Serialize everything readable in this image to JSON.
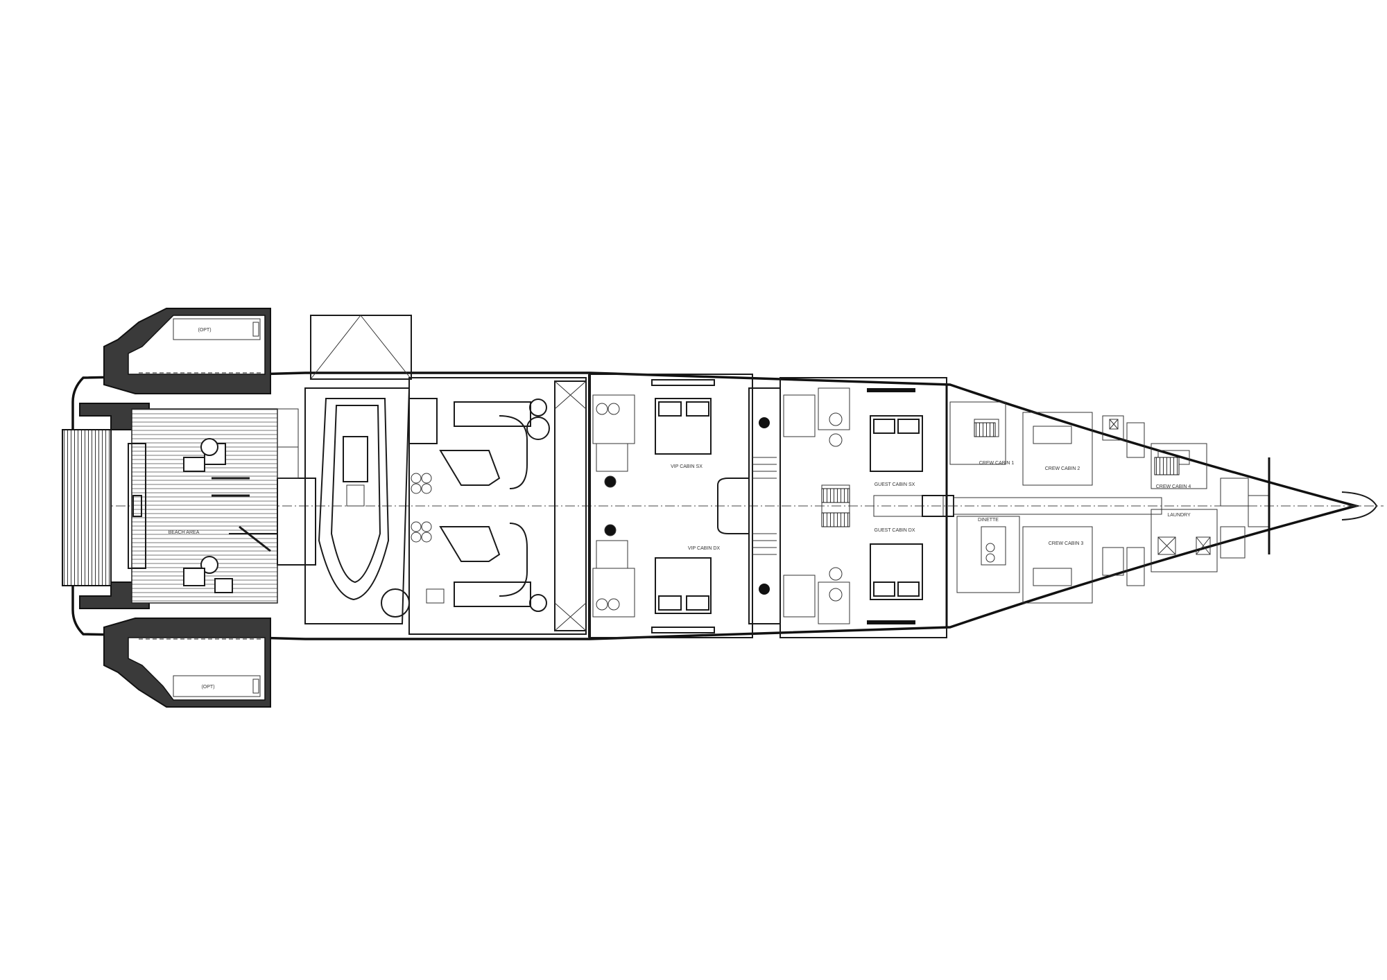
{
  "labels": {
    "beach_area": "BEACH AREA",
    "opt_top": "(OPT)",
    "opt_bottom": "(OPT)",
    "vip_cabin_sx": "VIP CABIN SX",
    "vip_cabin_dx": "VIP CABIN DX",
    "guest_cabin_sx": "GUEST CABIN SX",
    "guest_cabin_dx": "GUEST CABIN DX",
    "crew_cabin_1": "CREW CABIN 1",
    "crew_cabin_2": "CREW CABIN 2",
    "crew_cabin_3": "CREW CABIN 3",
    "crew_cabin_4": "CREW CABIN 4",
    "dinette": "DINETTE",
    "laundry": "LAUNDRY"
  },
  "colors": {
    "line": "#1a1a1a",
    "fill_dark": "#3a3a3a",
    "background": "#ffffff"
  }
}
